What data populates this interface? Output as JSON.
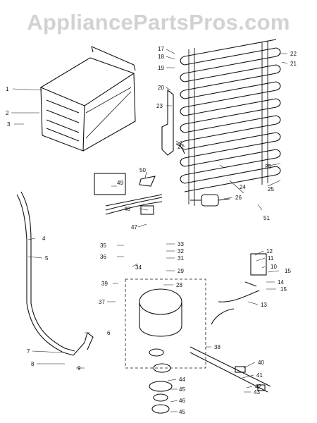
{
  "watermark": "AppliancePartsPros.com",
  "callouts": [
    "1",
    "2",
    "3",
    "4",
    "5",
    "6",
    "7",
    "8",
    "9",
    "10",
    "11",
    "12",
    "13",
    "14",
    "15",
    "15",
    "17",
    "18",
    "19",
    "20",
    "21",
    "22",
    "23",
    "24",
    "25",
    "25",
    "26",
    "27",
    "28",
    "29",
    "31",
    "32",
    "33",
    "34",
    "35",
    "36",
    "37",
    "38",
    "39",
    "40",
    "41",
    "42",
    "43",
    "44",
    "45",
    "45",
    "46",
    "47",
    "48",
    "49",
    "50",
    "51"
  ],
  "colors": {
    "line": "#111111",
    "watermark": "#d2d2d2",
    "background": "#ffffff"
  }
}
